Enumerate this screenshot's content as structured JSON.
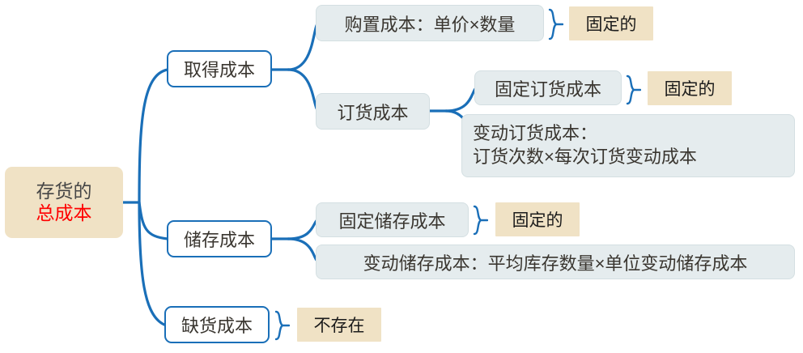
{
  "diagram": {
    "type": "mindmap",
    "title": "存货的总成本",
    "colors": {
      "root_fill": "#f0e2c5",
      "branch_line": "#1a6fb8",
      "leaf_fill": "#e5ecee",
      "chip_fill": "#f0e2c5",
      "accent_text": "#ff0000",
      "body_text": "#3a3630"
    },
    "root": {
      "line1": "存货的",
      "line2": "总成本"
    },
    "branches": [
      {
        "label": "取得成本",
        "children": [
          {
            "label": "购置成本：单价×数量",
            "note": "固定的"
          },
          {
            "label": "订货成本",
            "children": [
              {
                "label": "固定订货成本",
                "note": "固定的"
              },
              {
                "line1": "变动订货成本：",
                "line2": "订货次数×每次订货变动成本"
              }
            ]
          }
        ]
      },
      {
        "label": "储存成本",
        "children": [
          {
            "label": "固定储存成本",
            "note": "固定的"
          },
          {
            "label": "变动储存成本：平均库存数量×单位变动储存成本"
          }
        ]
      },
      {
        "label": "缺货成本",
        "note": "不存在"
      }
    ]
  }
}
